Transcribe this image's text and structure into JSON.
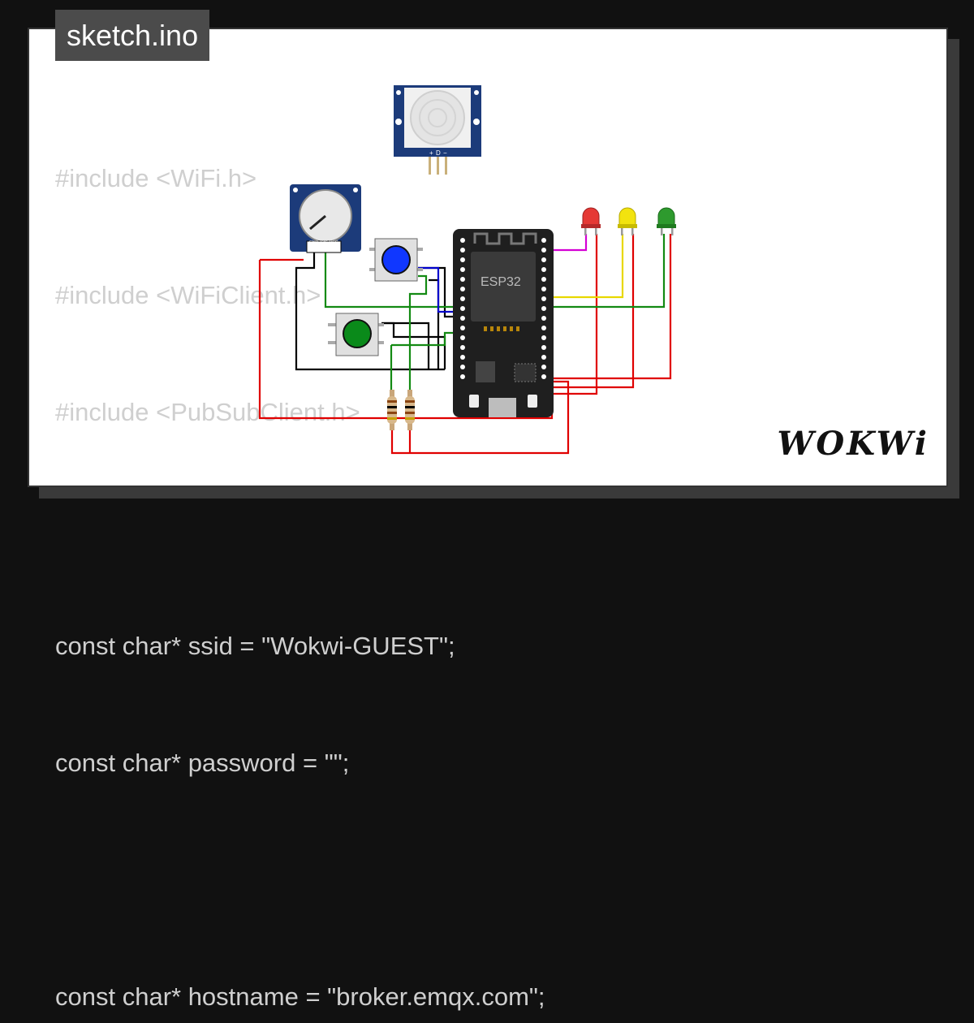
{
  "tab": {
    "filename": "sketch.ino"
  },
  "code": {
    "lines": [
      "#include <WiFi.h>",
      "#include <WiFiClient.h>",
      "#include <PubSubClient.h>",
      "",
      "const char* ssid = \"Wokwi-GUEST\";",
      "const char* password = \"\";",
      "",
      "const char* hostname = \"broker.emqx.com\";"
    ]
  },
  "board": {
    "label": "ESP32"
  },
  "pot": {
    "pins": [
      "GND",
      "SIG",
      "VCC"
    ]
  },
  "pir": {
    "pins": [
      "+",
      "D",
      "−"
    ]
  },
  "leds": [
    "red",
    "yellow",
    "green"
  ],
  "buttons": [
    "blue",
    "green"
  ],
  "brand": {
    "logo": "WOKWi"
  },
  "colors": {
    "red_led": "#e53935",
    "yellow_led": "#f2e30f",
    "green_led": "#2e9a2e",
    "board": "#1f1f1f",
    "module_blue": "#1c3b7a",
    "wire_red": "#e00000",
    "wire_green": "#138a13",
    "wire_yellow": "#e8d800",
    "wire_blue": "#0000cc",
    "wire_magenta": "#d400d4",
    "wire_black": "#000000"
  }
}
